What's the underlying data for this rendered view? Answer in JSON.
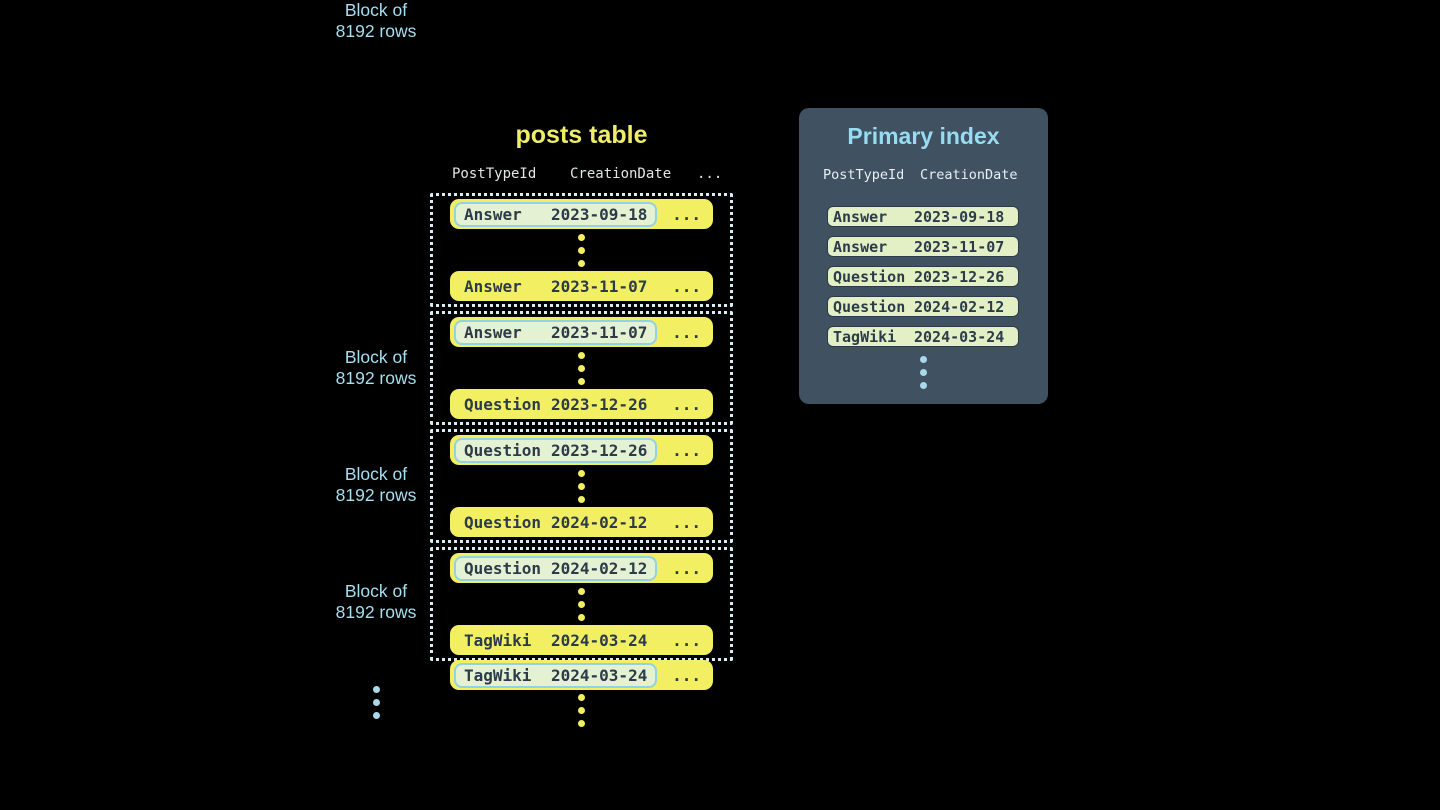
{
  "posts_table": {
    "title": "posts table",
    "columns": {
      "post_type": "PostTypeId",
      "creation_date": "CreationDate",
      "more": "..."
    },
    "block_label": {
      "line1": "Block of",
      "line2": "8192 rows"
    },
    "blocks": [
      {
        "first_row": {
          "post_type": "Answer",
          "creation_date": "2023-09-18",
          "more": "..."
        },
        "last_row": {
          "post_type": "Answer",
          "creation_date": "2023-11-07",
          "more": "..."
        }
      },
      {
        "first_row": {
          "post_type": "Answer",
          "creation_date": "2023-11-07",
          "more": "..."
        },
        "last_row": {
          "post_type": "Question",
          "creation_date": "2023-12-26",
          "more": "..."
        }
      },
      {
        "first_row": {
          "post_type": "Question",
          "creation_date": "2023-12-26",
          "more": "..."
        },
        "last_row": {
          "post_type": "Question",
          "creation_date": "2024-02-12",
          "more": "..."
        }
      },
      {
        "first_row": {
          "post_type": "Question",
          "creation_date": "2024-02-12",
          "more": "..."
        },
        "last_row": {
          "post_type": "TagWiki",
          "creation_date": "2024-03-24",
          "more": "..."
        }
      }
    ],
    "overflow_row": {
      "post_type": "TagWiki",
      "creation_date": "2024-03-24",
      "more": "..."
    }
  },
  "primary_index": {
    "title": "Primary index",
    "columns": {
      "post_type": "PostTypeId",
      "creation_date": "CreationDate"
    },
    "rows": [
      {
        "post_type": "Answer",
        "creation_date": "2023-09-18"
      },
      {
        "post_type": "Answer",
        "creation_date": "2023-11-07"
      },
      {
        "post_type": "Question",
        "creation_date": "2023-12-26"
      },
      {
        "post_type": "Question",
        "creation_date": "2024-02-12"
      },
      {
        "post_type": "TagWiki",
        "creation_date": "2024-03-24"
      }
    ]
  },
  "colors": {
    "background": "#000000",
    "row_yellow": "#f3ef62",
    "row_text": "#2c3b49",
    "highlight_fill": "#e4f1d3",
    "highlight_border": "#90d3e3",
    "block_border": "#d8edf4",
    "label_blue": "#a5dff0",
    "panel_bg": "#405262",
    "panel_title": "#98dcf2",
    "index_row_bg": "#e3f0c6",
    "title_yellow": "#f0ed68"
  }
}
